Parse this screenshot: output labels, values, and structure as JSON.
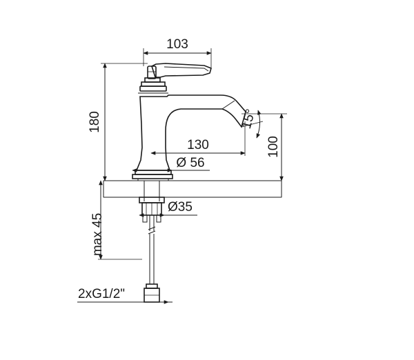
{
  "dimensions": {
    "width_top": "103",
    "height_total": "180",
    "spout_reach": "130",
    "spout_height": "100",
    "spout_angle": "15°",
    "base_diameter": "Ø 56",
    "shank_diameter": "Ø35",
    "max_deck_thickness": "max 45",
    "connection_thread": "2xG1/2\""
  }
}
